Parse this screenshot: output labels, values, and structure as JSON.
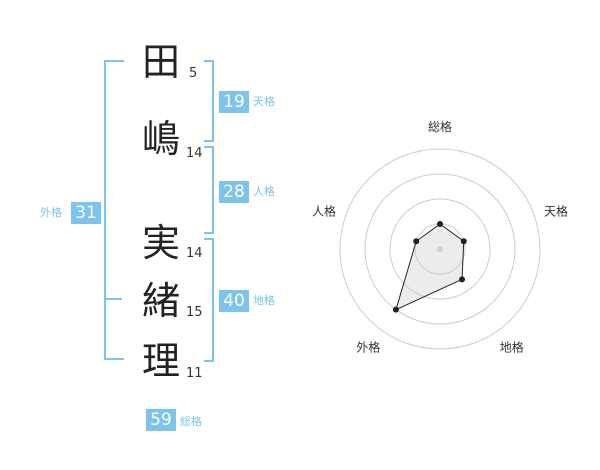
{
  "name": {
    "chars": [
      {
        "char": "田",
        "strokes": "5"
      },
      {
        "char": "嶋",
        "strokes": "14"
      },
      {
        "char": "実",
        "strokes": "14"
      },
      {
        "char": "緒",
        "strokes": "15"
      },
      {
        "char": "理",
        "strokes": "11"
      }
    ]
  },
  "kaku": {
    "tenkaku": {
      "value": "19",
      "label": "天格"
    },
    "jinkaku": {
      "value": "28",
      "label": "人格"
    },
    "chikaku": {
      "value": "40",
      "label": "地格"
    },
    "gaikaku": {
      "value": "31",
      "label": "外格"
    },
    "soukaku": {
      "value": "59",
      "label": "総格"
    }
  },
  "colors": {
    "accent": "#7cc4ee",
    "text": "#222222",
    "ring": "#cccccc"
  },
  "chart_data": {
    "type": "radar",
    "axes": [
      "総格",
      "天格",
      "地格",
      "外格",
      "人格"
    ],
    "values": [
      2,
      2,
      3,
      6,
      2
    ],
    "rmax": 8,
    "rings": 4,
    "grid": true
  }
}
